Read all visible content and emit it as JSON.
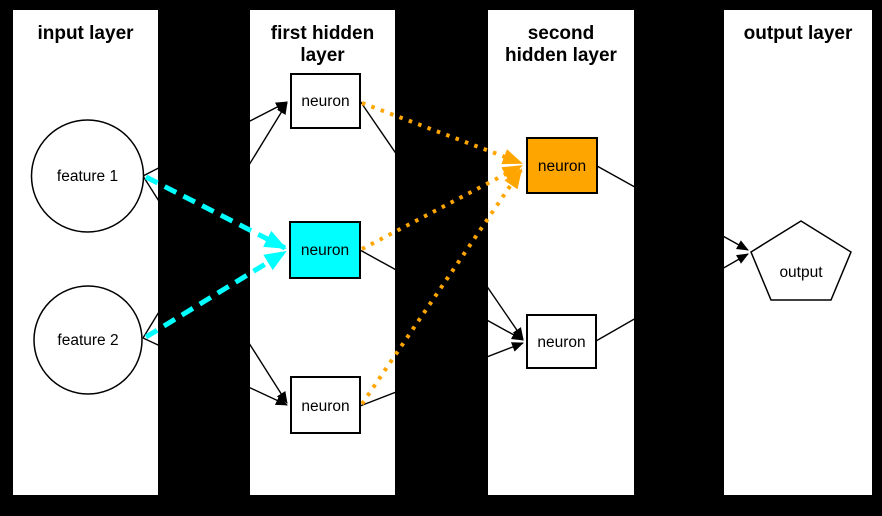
{
  "diagram_title": "neural network layers diagram",
  "colors": {
    "background": "#000000",
    "panel": "#ffffff",
    "line": "#000000",
    "cyan_accent": "#00ffff",
    "orange_accent": "#ffa500"
  },
  "layers": [
    {
      "title": "input layer",
      "title_lines": [
        "input layer"
      ],
      "nodes": [
        {
          "label": "feature 1",
          "shape": "circle",
          "highlight": "none"
        },
        {
          "label": "feature 2",
          "shape": "circle",
          "highlight": "none"
        }
      ]
    },
    {
      "title": "first hidden layer",
      "title_lines": [
        "first hidden",
        "layer"
      ],
      "nodes": [
        {
          "label": "neuron",
          "shape": "rect",
          "highlight": "none"
        },
        {
          "label": "neuron",
          "shape": "rect",
          "highlight": "cyan"
        },
        {
          "label": "neuron",
          "shape": "rect",
          "highlight": "none"
        }
      ]
    },
    {
      "title": "second hidden layer",
      "title_lines": [
        "second",
        "hidden layer"
      ],
      "nodes": [
        {
          "label": "neuron",
          "shape": "rect",
          "highlight": "orange"
        },
        {
          "label": "neuron",
          "shape": "rect",
          "highlight": "none"
        }
      ]
    },
    {
      "title": "output layer",
      "title_lines": [
        "output layer"
      ],
      "nodes": [
        {
          "label": "output",
          "shape": "pentagon",
          "highlight": "none"
        }
      ]
    }
  ],
  "edge_styles": {
    "plain": "thin black solid arrow",
    "cyan": "thick cyan dashed arrow",
    "orange": "orange dotted arrow"
  }
}
